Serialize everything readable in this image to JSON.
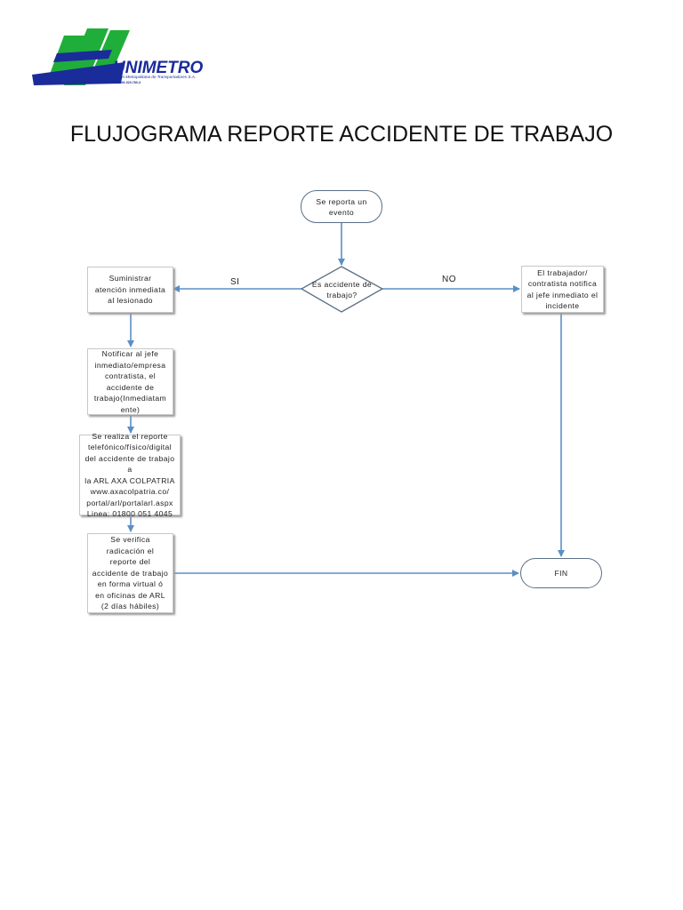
{
  "brand": {
    "name": "UNIMETRO",
    "subtitle": "Unión Metropolitana de Transportadores S.A.",
    "nit": "NIT 891.023.780-3"
  },
  "page": {
    "title": "FLUJOGRAMA REPORTE ACCIDENTE DE TRABAJO"
  },
  "colors": {
    "arrow": "#5b8fc4",
    "logo_green": "#1fae3a",
    "logo_blue": "#1a2b9a"
  },
  "flow": {
    "start": "Se reporta un\nevento",
    "decision": "Es accidente de\ntrabajo?",
    "yes_label": "SI",
    "no_label": "NO",
    "step_attention": "Suministrar\natención inmediata\nal lesionado",
    "step_notify": "Notificar al jefe\ninmediato/empresa\ncontratista, el\naccidente de\ntrabajo(Inmediatam\nente)",
    "step_report": "Se realiza el reporte\ntelefónico/físico/digital\ndel accidente de trabajo a\nla ARL AXA COLPATRIA\nwww.axacolpatria.co/\nportal/arl/portalarl.aspx\nLinea: 01800 051 4045",
    "step_verify": "Se verifica\nradicación el\nreporte del\naccidente de trabajo\nen forma virtual ó\nen oficinas de ARL\n(2 días hábiles)",
    "step_worker": "El trabajador/\ncontratista notifica\nal jefe inmediato el\nincidente",
    "end": "FIN"
  }
}
